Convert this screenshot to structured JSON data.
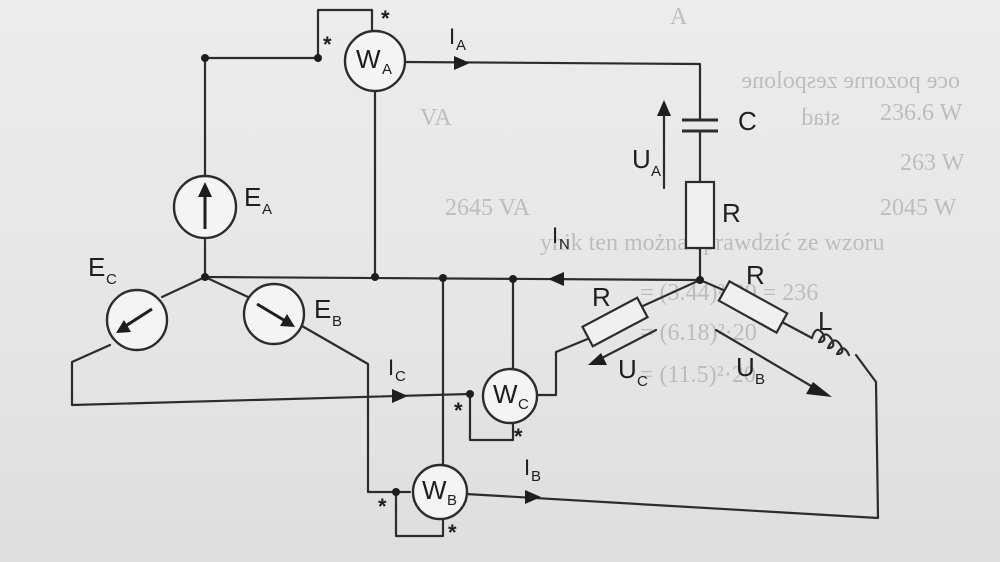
{
  "diagram": {
    "background_text": [
      "A",
      "oce pozorne zespolone",
      "236.6 W",
      "263 W",
      "VA",
      "stad",
      "2645 VA",
      "2045 W",
      "ynik ten można sprawdzić ze wzoru",
      "= (3.44)²·20 = 236",
      "= (6.18)²·20",
      "= (11.5)²·20"
    ],
    "labels": {
      "wa": "W",
      "wa_sub": "A",
      "wb": "W",
      "wb_sub": "B",
      "wc": "W",
      "wc_sub": "C",
      "ea": "E",
      "ea_sub": "A",
      "eb": "E",
      "eb_sub": "B",
      "ec": "E",
      "ec_sub": "C",
      "ia": "I",
      "ia_sub": "A",
      "ib": "I",
      "ib_sub": "B",
      "ic": "I",
      "ic_sub": "C",
      "in": "I",
      "in_sub": "N",
      "ua": "U",
      "ua_sub": "A",
      "ub": "U",
      "ub_sub": "B",
      "uc": "U",
      "uc_sub": "C",
      "c": "C",
      "r_a": "R",
      "r_b": "R",
      "r_c": "R",
      "l": "L",
      "star": "*"
    },
    "colors": {
      "ink": "#2c2c2c",
      "paper": "#e8e8e8"
    }
  }
}
